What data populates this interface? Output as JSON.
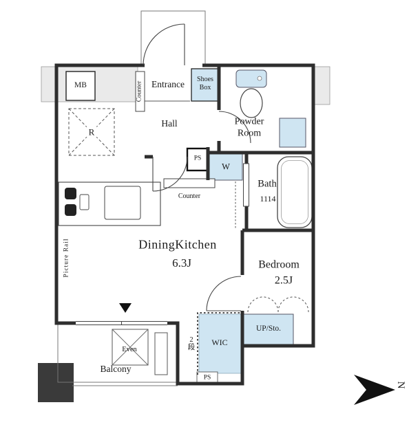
{
  "floorplan": {
    "labels": {
      "mb": "MB",
      "counter_entrance": "Counter",
      "entrance": "Entrance",
      "shoes_box_line1": "Shoes",
      "shoes_box_line2": "Box",
      "hall": "Hall",
      "powder_room_line1": "Powder",
      "powder_room_line2": "Room",
      "refrigerator_space": "R",
      "pipe_space_upper": "PS",
      "washing_machine": "W",
      "counter_kitchen": "Counter",
      "bath": "Bath",
      "bath_size": "1114",
      "dining_kitchen": "DiningKitchen",
      "dining_kitchen_size": "6.3J",
      "picture_rail": "Picture Rail",
      "bedroom": "Bedroom",
      "bedroom_size": "2.5J",
      "wic": "WIC",
      "up_storage": "UP/Sto.",
      "shelf_tiers": "2段",
      "pipe_space_lower": "PS",
      "evacuation_hatch": "Even",
      "balcony": "Balcony",
      "compass_north": "N"
    },
    "colors": {
      "wall": "#2e2e2e",
      "fixture_blue": "#cfe5f2",
      "common_area_gray": "#eaeaea",
      "pillar_dark": "#3a3a3a",
      "thin_line": "#555555"
    }
  }
}
